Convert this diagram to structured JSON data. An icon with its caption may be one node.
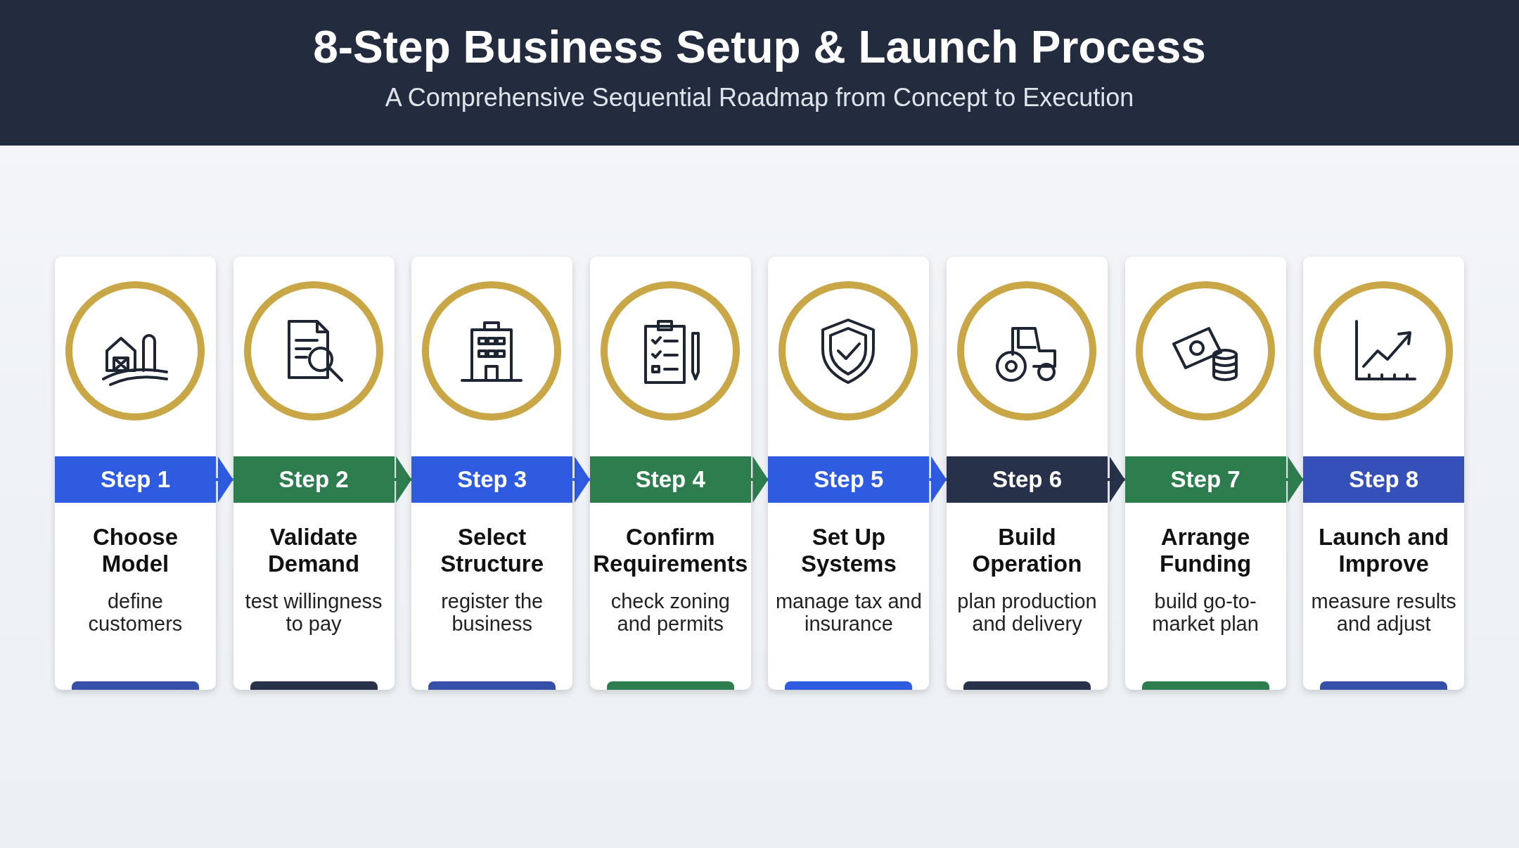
{
  "diagram": {
    "title": "8-Step Business Setup & Launch Process",
    "nodes": [
      {
        "text": [
          "Step 1",
          "Choose Model",
          "define customers"
        ]
      },
      {
        "text": [
          "Step 2",
          "Validate Demand",
          "test willingness to pay"
        ]
      },
      {
        "text": [
          "Step 3",
          "Select Structure",
          "register the business"
        ]
      },
      {
        "text": [
          "Step 4",
          "Confirm Requirements",
          "check zoning and permits"
        ]
      },
      {
        "text": [
          "Step 5",
          "Set Up Systems",
          "manage tax and insurance"
        ]
      },
      {
        "text": [
          "Step 6",
          "Build Operation",
          "plan production and delivery"
        ]
      },
      {
        "text": [
          "Step 7",
          "Arrange Funding",
          "build go-to-market plan"
        ]
      },
      {
        "text": [
          "Step 8",
          "Launch and Improve",
          "measure results and adjust"
        ]
      }
    ],
    "edges": [
      {
        "from": 0,
        "to": 1,
        "arrow": "to",
        "color": "#2f5be0"
      },
      {
        "from": 1,
        "to": 2,
        "arrow": "to",
        "color": "#2e7d4f"
      },
      {
        "from": 2,
        "to": 3,
        "arrow": "to",
        "color": "#2f5be0"
      },
      {
        "from": 3,
        "to": 4,
        "arrow": "to",
        "color": "#2e7d4f"
      },
      {
        "from": 4,
        "to": 5,
        "arrow": "to",
        "color": "#2f5be0"
      },
      {
        "from": 5,
        "to": 6,
        "arrow": "to",
        "color": "#27324a"
      },
      {
        "from": 6,
        "to": 7,
        "arrow": "to",
        "color": "#2e7d4f"
      }
    ],
    "labels": [
      "A Comprehensive Sequential Roadmap from Concept to Execution"
    ]
  }
}
